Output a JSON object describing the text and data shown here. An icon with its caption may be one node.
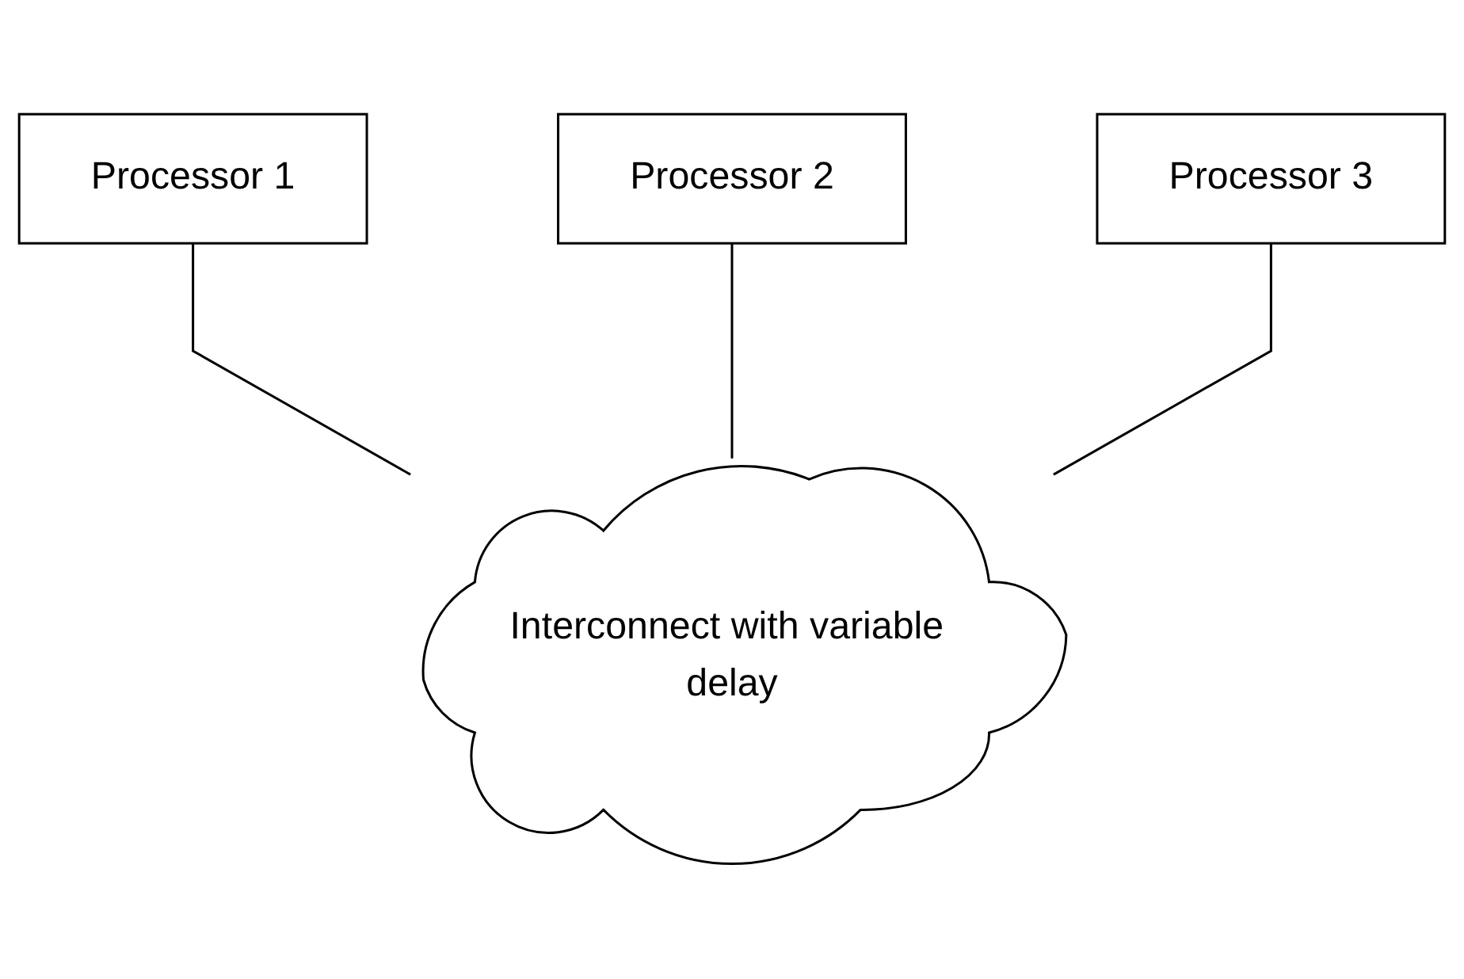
{
  "diagram": {
    "nodes": [
      {
        "text": [
          "Processor 1"
        ]
      },
      {
        "text": [
          "Processor 2"
        ]
      },
      {
        "text": [
          "Processor 3"
        ]
      },
      {
        "text": [
          "Interconnect with variable delay"
        ]
      }
    ],
    "edges": [
      {
        "from": 0,
        "to": 3,
        "arrow": "none"
      },
      {
        "from": 1,
        "to": 3,
        "arrow": "none"
      },
      {
        "from": 2,
        "to": 3,
        "arrow": "none"
      }
    ]
  }
}
